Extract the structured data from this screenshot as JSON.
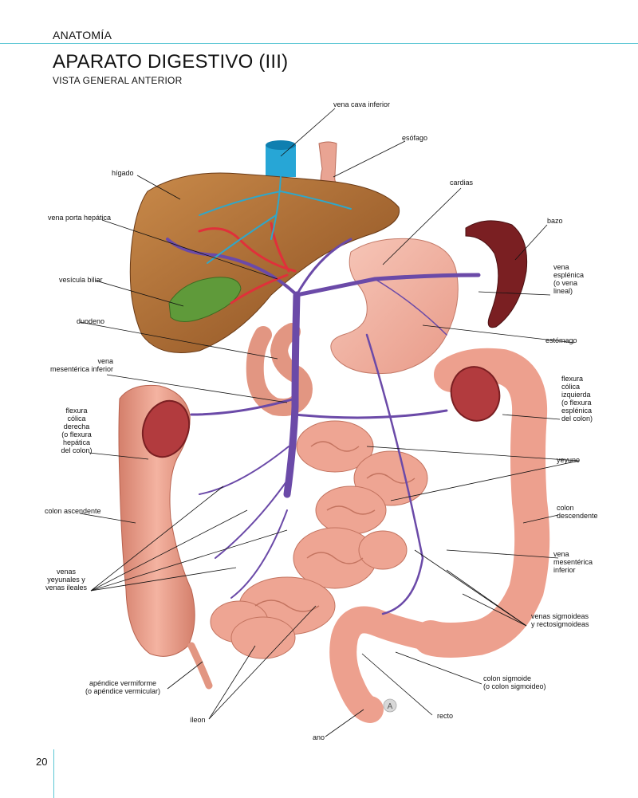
{
  "header": {
    "section": "ANATOMÍA",
    "title": "APARATO DIGESTIVO (III)",
    "subtitle": "VISTA GENERAL ANTERIOR"
  },
  "page_number": "20",
  "badge": "A",
  "labels": {
    "vena_cava_inferior": "vena cava inferior",
    "esofago": "esófago",
    "higado": "hígado",
    "cardias": "cardias",
    "bazo": "bazo",
    "vena_porta": "vena porta hepática",
    "vena_esplenica": [
      "vena",
      "esplénica",
      "(o vena",
      "lineal)"
    ],
    "vesicula": "vesícula biliar",
    "duodeno": "duodeno",
    "estomago": "estómago",
    "vena_mes_inf_left": [
      "vena",
      "mesentérica inferior"
    ],
    "flexura_izq": [
      "flexura",
      "cólica",
      "izquierda",
      "(o flexura",
      "esplénica",
      "del colon)"
    ],
    "flexura_der": [
      "flexura",
      "cólica",
      "derecha",
      "(o flexura",
      "hepática",
      "del colon)"
    ],
    "yeyuno": "yeyuno",
    "colon_ascendente": "colon ascendente",
    "colon_descendente": [
      "colon",
      "descendente"
    ],
    "vena_mes_inf_right": [
      "vena",
      "mesentérica",
      "inferior"
    ],
    "venas_yeyunales": [
      "venas",
      "yeyunales y",
      "venas ileales"
    ],
    "venas_sigmoideas": [
      "venas sigmoideas",
      "y rectosigmoideas"
    ],
    "apendice": [
      "apéndice vermiforme",
      "(o apéndice vermicular)"
    ],
    "colon_sigmoide": [
      "colon sigmoide",
      "(o colon sigmoideo)"
    ],
    "ileon": "íleon",
    "recto": "recto",
    "ano": "ano"
  },
  "colors": {
    "accent_line": "#5bc6d4",
    "liver": "#a8672f",
    "gallbladder": "#5f9a3a",
    "spleen": "#7a1f22",
    "intestine": "#eda08e",
    "stomach": "#f2b7a6",
    "vein": "#6b4aa8",
    "artery": "#e0303a",
    "bile": "#2fa7c9"
  }
}
